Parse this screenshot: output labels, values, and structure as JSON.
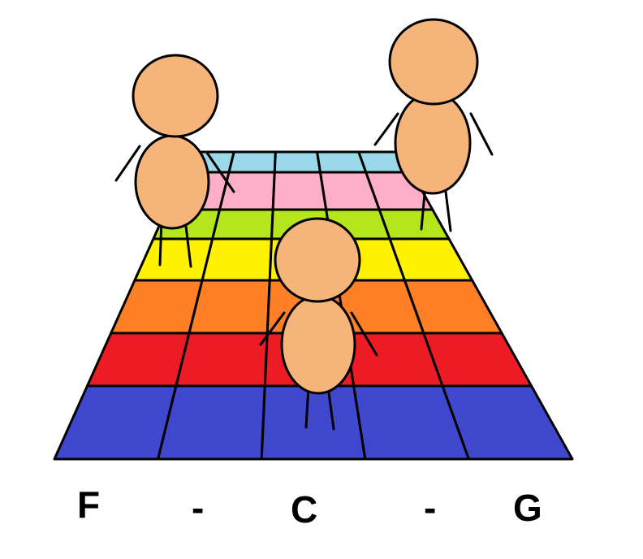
{
  "labels": {
    "f": "F",
    "dash_1": "-",
    "c": "C",
    "dash_2": "-",
    "g": "G"
  },
  "floor": {
    "row_colors_back_to_front": [
      "#99d9ea",
      "#ffaec9",
      "#b5e61d",
      "#fff200",
      "#ff7f27",
      "#ed1c24",
      "#3f48cc"
    ],
    "columns": 5
  },
  "figures": {
    "skin_color": "#f5b47a",
    "outline_color": "#000000",
    "count": 3
  }
}
